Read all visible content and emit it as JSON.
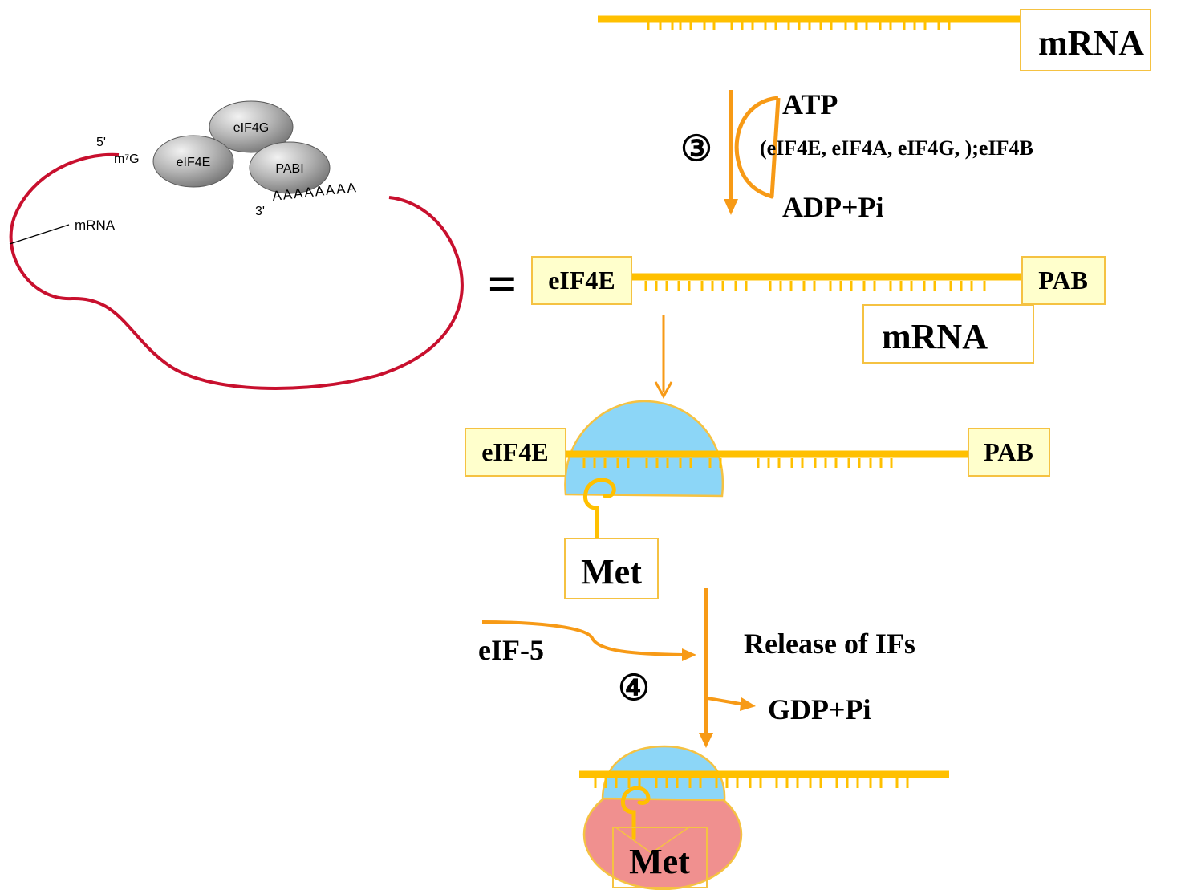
{
  "colors": {
    "mrna_strand": "#FFC000",
    "arrow": "#F79A16",
    "label_box_fill": "#FFFFCC",
    "label_box_border": "#F5C242",
    "small_subunit": "#8CD6F7",
    "large_subunit": "#F0908F",
    "loop_rna": "#C8102E",
    "protein_gray": "#9A9A9A"
  },
  "inset": {
    "five_prime": "5'",
    "cap": "m⁷G",
    "three_prime": "3'",
    "polyA": "AAAAAAAA",
    "mrna_label": "mRNA",
    "proteins": [
      "eIF4G",
      "eIF4E",
      "PABI"
    ]
  },
  "equals": "=",
  "step3": {
    "marker": "③",
    "atp": "ATP",
    "factors": "(eIF4E, eIF4A, eIF4G, );eIF4B",
    "products": "ADP+Pi",
    "mrna_label": "mRNA"
  },
  "complex1": {
    "cap_label": "eIF4E",
    "pab_label": "PAB",
    "mrna_label": "mRNA"
  },
  "complex2": {
    "cap_label": "eIF4E",
    "pab_label": "PAB",
    "met_label": "Met"
  },
  "step4": {
    "marker": "④",
    "factor": "eIF-5",
    "release": "Release of IFs",
    "products": "GDP+Pi"
  },
  "ribosome80s": {
    "met_label": "Met"
  }
}
